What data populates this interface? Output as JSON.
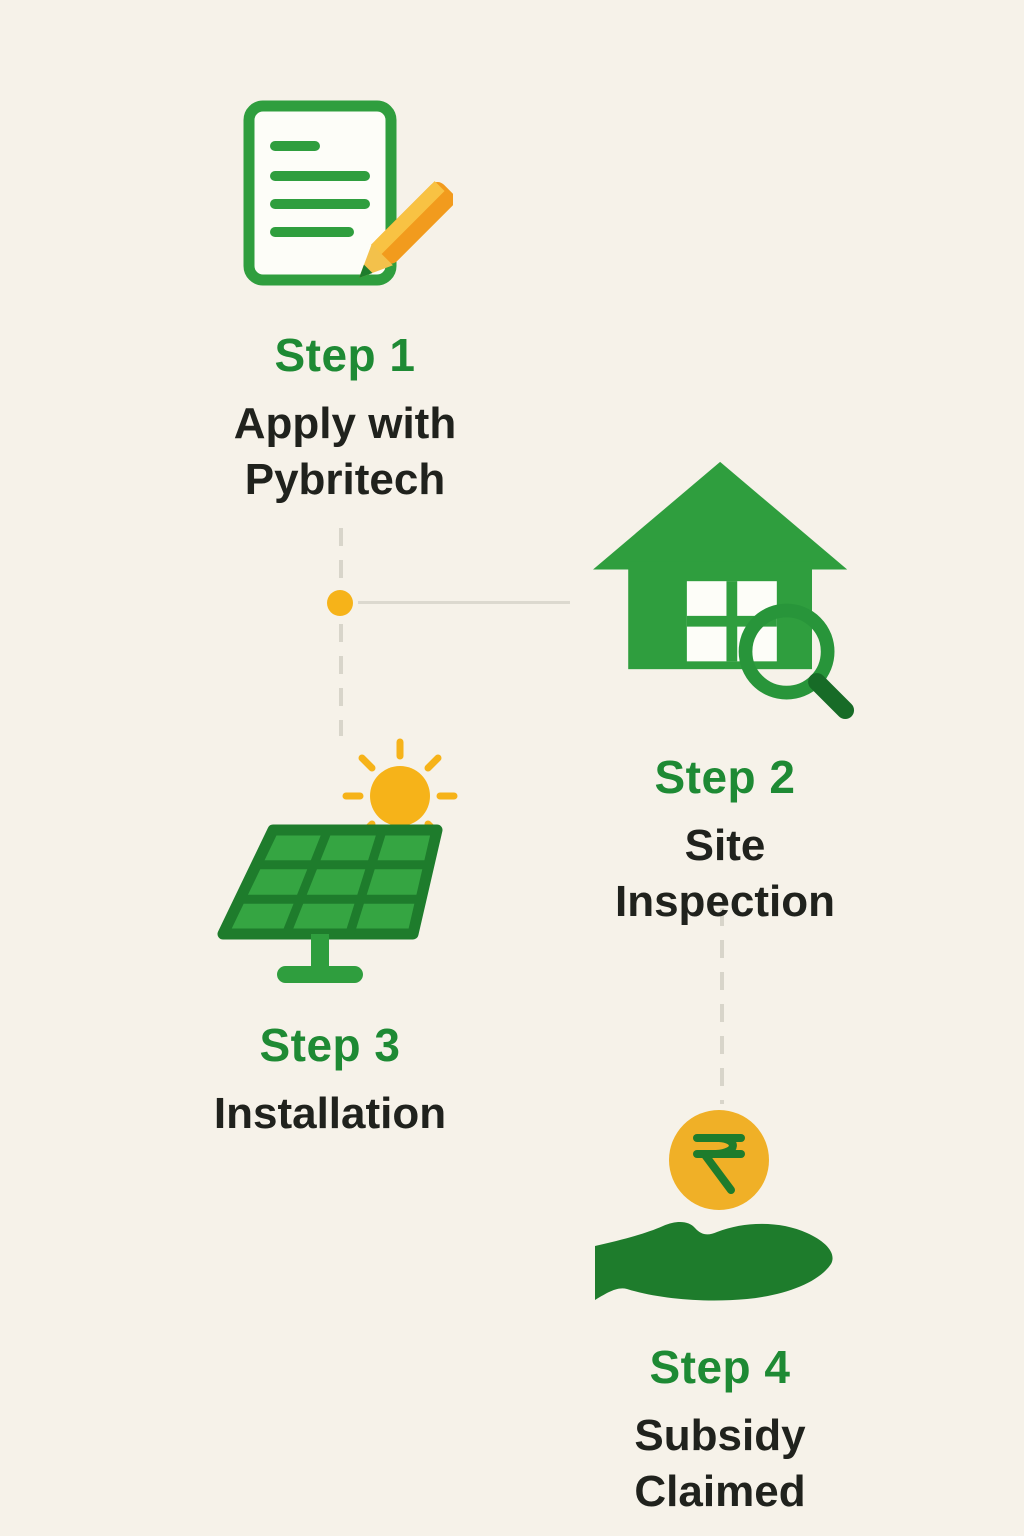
{
  "page": {
    "background": "#f6f2e9",
    "type": "process-infographic"
  },
  "colors": {
    "green": "#2f9e3e",
    "dark_green": "#1e7c2c",
    "step_label_green": "#1e8a34",
    "title_text": "#20221d",
    "yellow": "#f6b319",
    "orange": "#f29b1d",
    "connector_gray": "#d8d5ca",
    "paper_white": "#fdfdf8"
  },
  "steps": [
    {
      "label": "Step 1",
      "title": "Apply with\nPybritech",
      "icon": "document-pencil-icon"
    },
    {
      "label": "Step 2",
      "title": "Site\nInspection",
      "icon": "house-inspection-icon"
    },
    {
      "label": "Step 3",
      "title": "Installation",
      "icon": "solar-panel-icon"
    },
    {
      "label": "Step 4",
      "title": "Subsidy\nClaimed",
      "icon": "hand-coin-icon"
    }
  ]
}
